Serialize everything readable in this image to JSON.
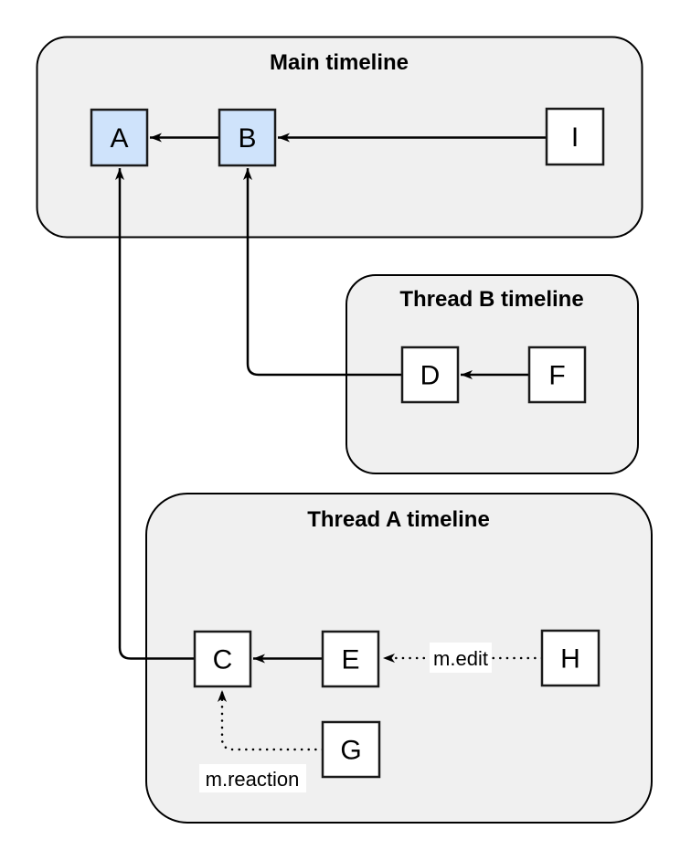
{
  "diagram": {
    "containers": [
      {
        "id": "main",
        "title": "Main timeline"
      },
      {
        "id": "thread-b",
        "title": "Thread B timeline"
      },
      {
        "id": "thread-a",
        "title": "Thread A timeline"
      }
    ],
    "nodes": [
      {
        "id": "A",
        "label": "A",
        "type": "highlighted"
      },
      {
        "id": "B",
        "label": "B",
        "type": "highlighted"
      },
      {
        "id": "I",
        "label": "I",
        "type": "normal"
      },
      {
        "id": "D",
        "label": "D",
        "type": "normal"
      },
      {
        "id": "F",
        "label": "F",
        "type": "normal"
      },
      {
        "id": "C",
        "label": "C",
        "type": "normal"
      },
      {
        "id": "E",
        "label": "E",
        "type": "normal"
      },
      {
        "id": "H",
        "label": "H",
        "type": "normal"
      },
      {
        "id": "G",
        "label": "G",
        "type": "normal"
      }
    ],
    "edges": [
      {
        "from": "B",
        "to": "A",
        "style": "solid",
        "label": ""
      },
      {
        "from": "I",
        "to": "B",
        "style": "solid",
        "label": ""
      },
      {
        "from": "F",
        "to": "D",
        "style": "solid",
        "label": ""
      },
      {
        "from": "D",
        "to": "B",
        "style": "solid",
        "label": ""
      },
      {
        "from": "E",
        "to": "C",
        "style": "solid",
        "label": ""
      },
      {
        "from": "H",
        "to": "E",
        "style": "dotted",
        "label": "m.edit"
      },
      {
        "from": "C",
        "to": "A",
        "style": "solid",
        "label": ""
      },
      {
        "from": "G",
        "to": "C",
        "style": "dotted",
        "label": "m.reaction"
      }
    ],
    "colors": {
      "background": "#ffffff",
      "container_fill": "#f0f0f0",
      "container_stroke": "#000000",
      "node_highlight_fill": "#cfe3fb",
      "node_fill": "#ffffff",
      "node_stroke": "#1a1a1a",
      "edge_stroke": "#000000"
    }
  }
}
